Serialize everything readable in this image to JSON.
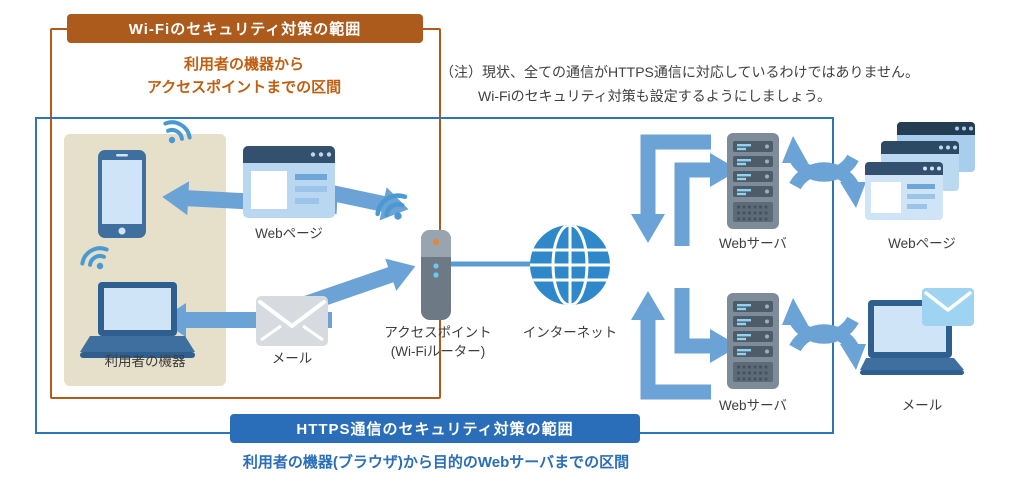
{
  "wifi_scope": {
    "title": "Wi-Fiのセキュリティ対策の範囲",
    "subtitle1": "利用者の機器から",
    "subtitle2": "アクセスポイントまでの区間"
  },
  "https_scope": {
    "title": "HTTPS通信のセキュリティ対策の範囲",
    "subtitle": "利用者の機器(ブラウザ)から目的のWebサーバまでの区間"
  },
  "note": {
    "line1": "（注）現状、全ての通信がHTTPS通信に対応しているわけではありません。",
    "line2": "Wi-Fiのセキュリティ対策も設定するようにしましょう。"
  },
  "nodes": {
    "user_devices": "利用者の機器",
    "web_page_left": "Webページ",
    "mail_left": "メール",
    "access_point1": "アクセスポイント",
    "access_point2": "(Wi-Fiルーター)",
    "internet": "インターネット",
    "web_server_top": "Webサーバ",
    "web_server_bottom": "Webサーバ",
    "web_page_right": "Webページ",
    "mail_right": "メール"
  },
  "colors": {
    "wifi_accent": "#ad5a1d",
    "wifi_text": "#c05e12",
    "https_accent": "#2a6db8",
    "arrow_blue": "#6ba3d6",
    "beige_panel": "#e6dfca"
  }
}
